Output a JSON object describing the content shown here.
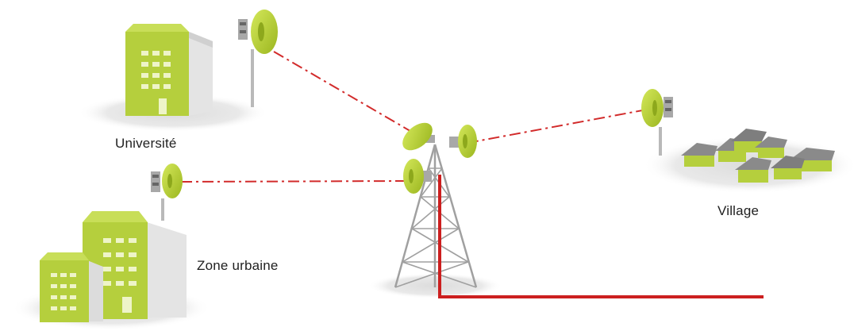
{
  "labels": {
    "universite": "Université",
    "zone_urbaine": "Zone urbaine",
    "village": "Village"
  },
  "colors": {
    "building_green": "#b5cf3d",
    "building_side": "#e8e8e8",
    "dish_green": "#c2d93a",
    "link_red": "#d22b2b",
    "tower_red": "#cc1f1f",
    "ground_shadow": "#e6e6e6"
  },
  "icons": [
    "university-building-icon",
    "urban-buildings-icon",
    "village-houses-icon",
    "transmission-tower-icon",
    "dish-antenna-icon"
  ]
}
